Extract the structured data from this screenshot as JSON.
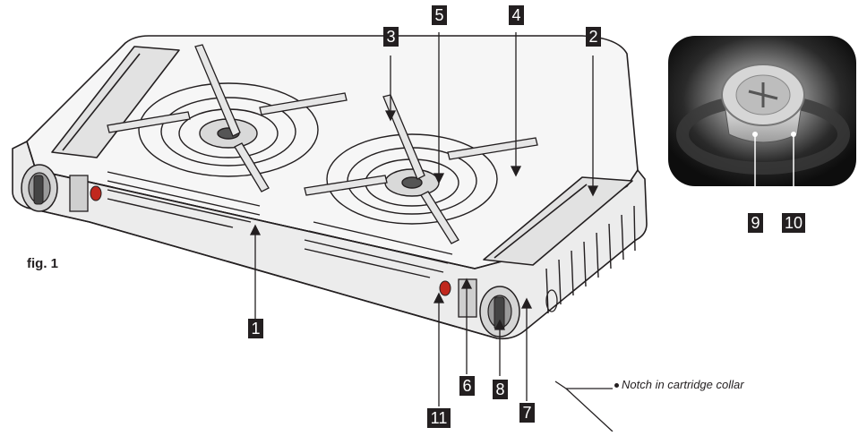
{
  "figure": {
    "label": "fig. 1"
  },
  "callouts": [
    {
      "id": "1",
      "label": "1"
    },
    {
      "id": "2",
      "label": "2"
    },
    {
      "id": "3",
      "label": "3"
    },
    {
      "id": "4",
      "label": "4"
    },
    {
      "id": "5",
      "label": "5"
    },
    {
      "id": "6",
      "label": "6"
    },
    {
      "id": "7",
      "label": "7"
    },
    {
      "id": "8",
      "label": "8"
    },
    {
      "id": "9",
      "label": "9"
    },
    {
      "id": "10",
      "label": "10"
    },
    {
      "id": "11",
      "label": "11"
    }
  ],
  "inset": {
    "note": "Notch in cartridge collar"
  },
  "colors": {
    "ink": "#231f20",
    "knob_indicator": "#c0281e",
    "inset_bg": "#1c1c1c"
  }
}
